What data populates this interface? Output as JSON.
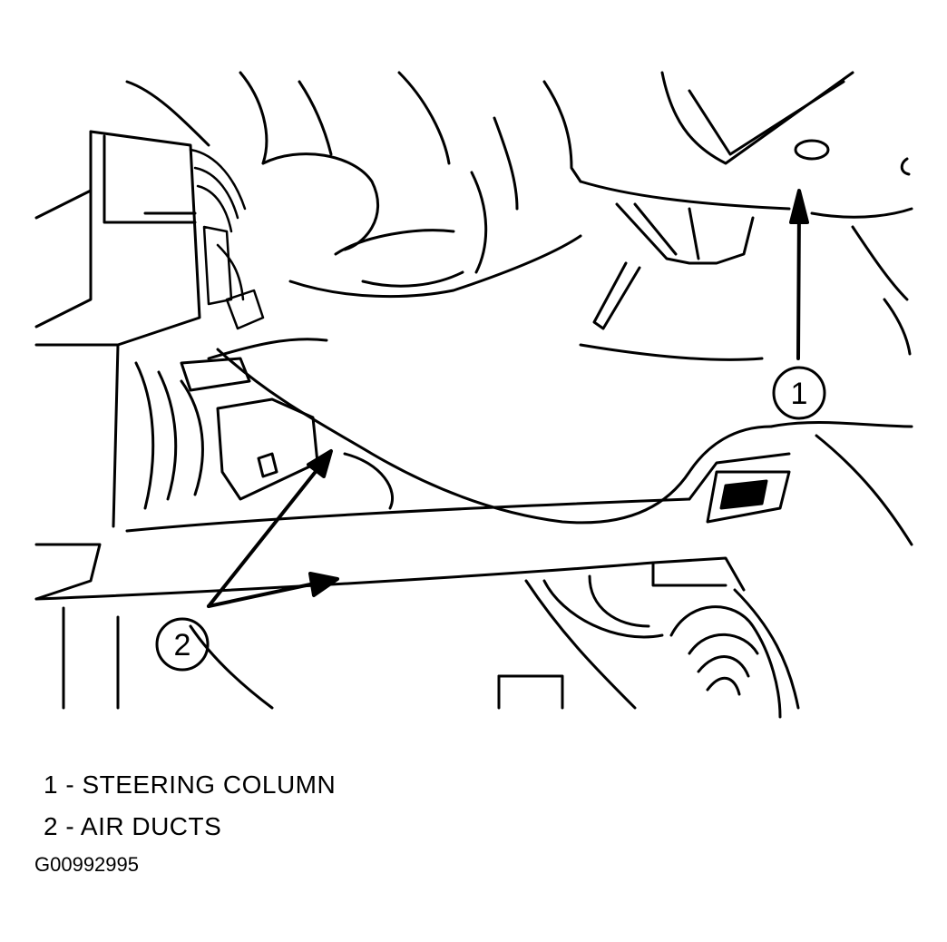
{
  "callouts": [
    {
      "number": "1"
    },
    {
      "number": "2"
    }
  ],
  "legend": [
    {
      "text": "1 - STEERING COLUMN"
    },
    {
      "text": "2 - AIR DUCTS"
    }
  ],
  "figure_id": "G00992995"
}
